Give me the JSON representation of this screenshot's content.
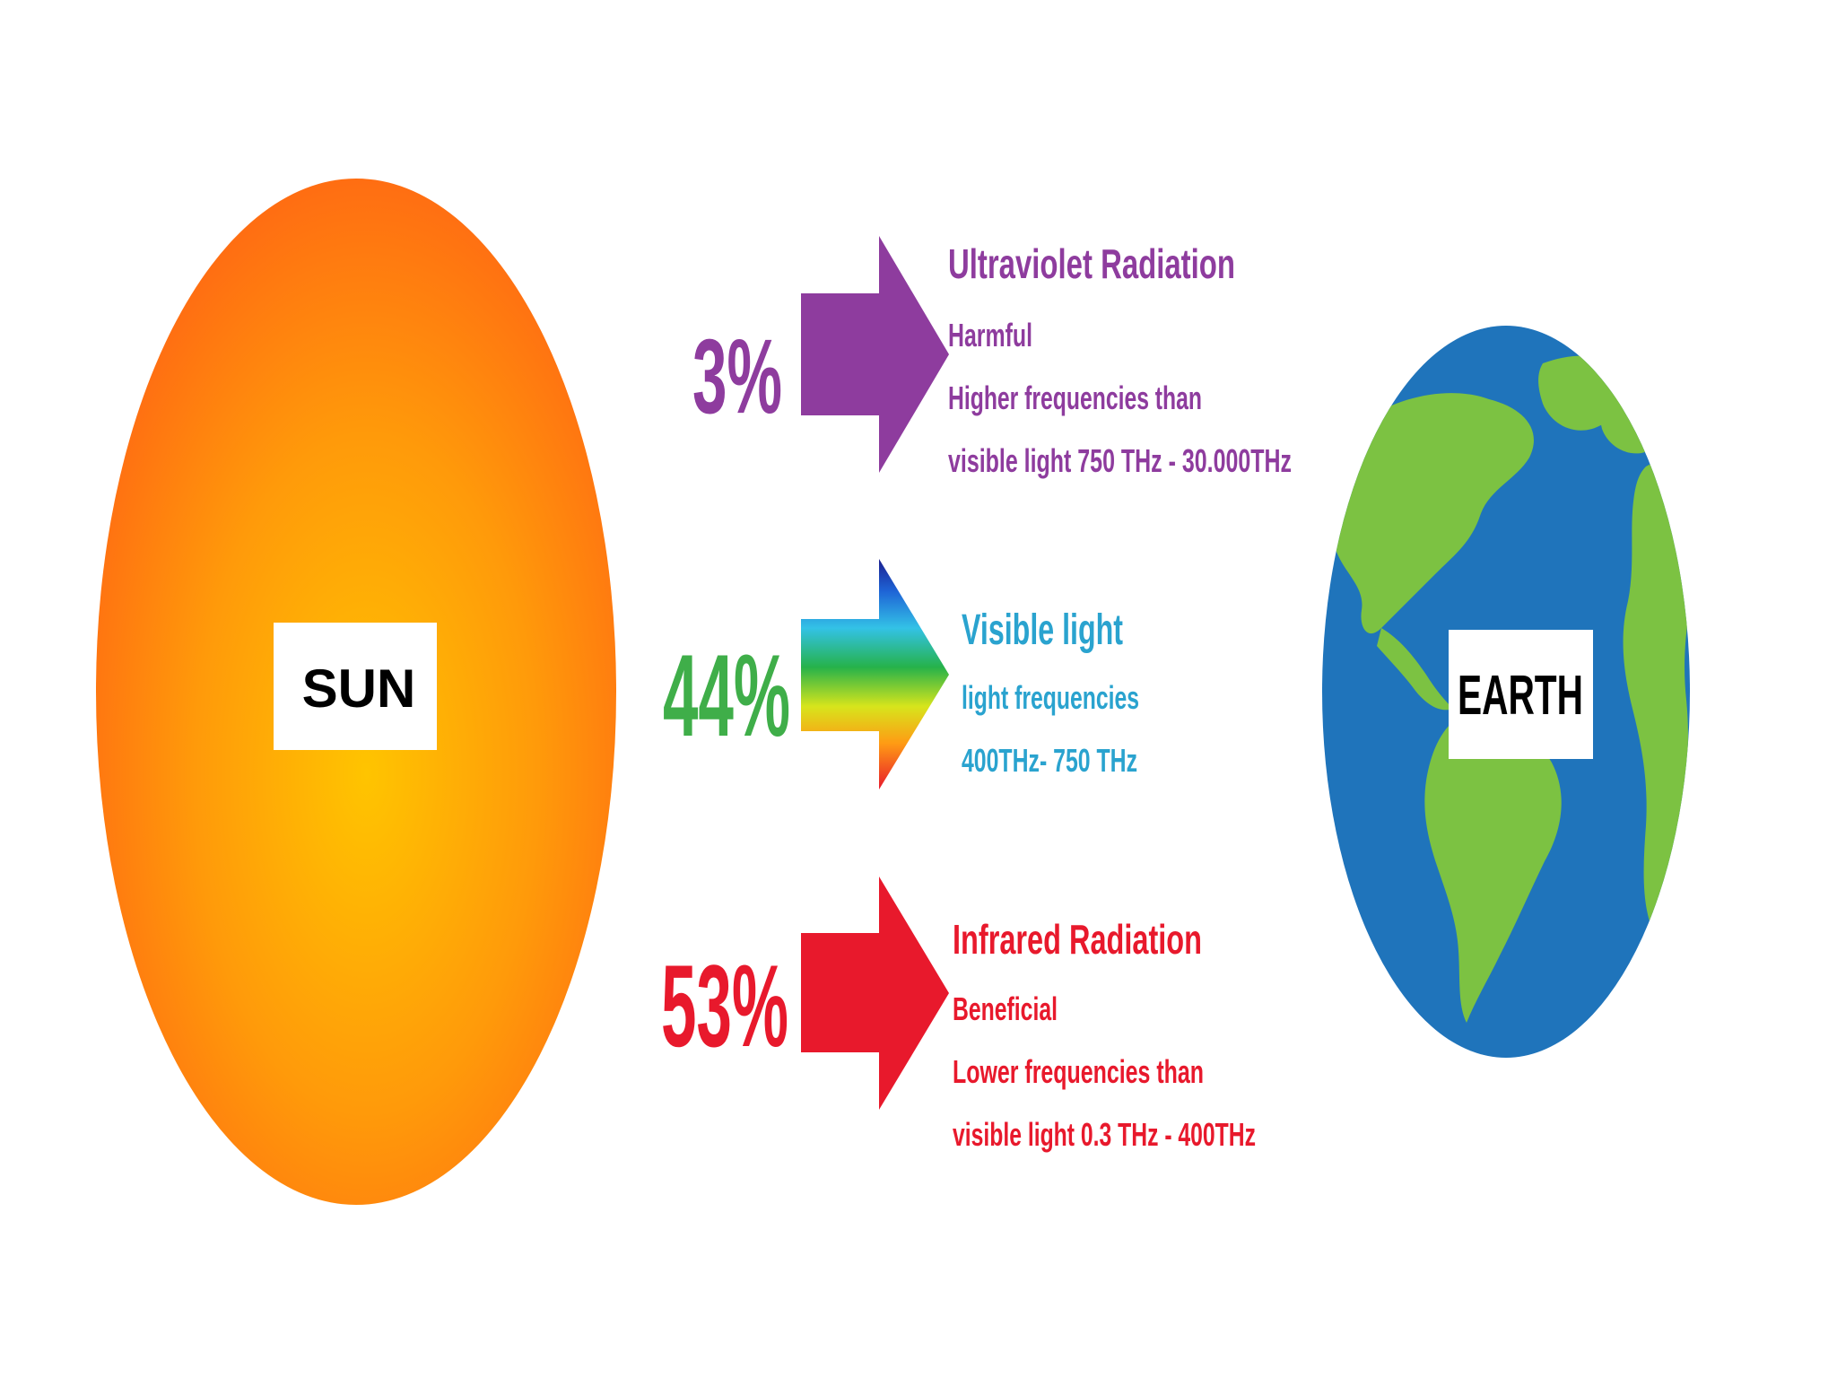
{
  "sun": {
    "label": "SUN"
  },
  "earth": {
    "label": "EARTH"
  },
  "radiation": [
    {
      "key": "uv",
      "percent": "3%",
      "heading": "Ultraviolet Radiation",
      "lines": [
        "Harmful",
        "Higher frequencies than",
        "visible light 750 THz - 30.000THz"
      ],
      "color": "#8e3c9e"
    },
    {
      "key": "visible",
      "percent": "44%",
      "heading": "Visible light",
      "lines": [
        "light frequencies",
        "400THz- 750 THz"
      ],
      "color": "#2aa3cf",
      "percent_color": "#3fae49"
    },
    {
      "key": "ir",
      "percent": "53%",
      "heading": "Infrared Radiation",
      "lines": [
        "Beneficial",
        "Lower frequencies than",
        "visible light 0.3 THz - 400THz"
      ],
      "color": "#e8192c"
    }
  ],
  "colors": {
    "sun_center": "#ffc400",
    "sun_edge": "#ff6a13",
    "ocean": "#1f74bb",
    "land": "#7cc242"
  }
}
